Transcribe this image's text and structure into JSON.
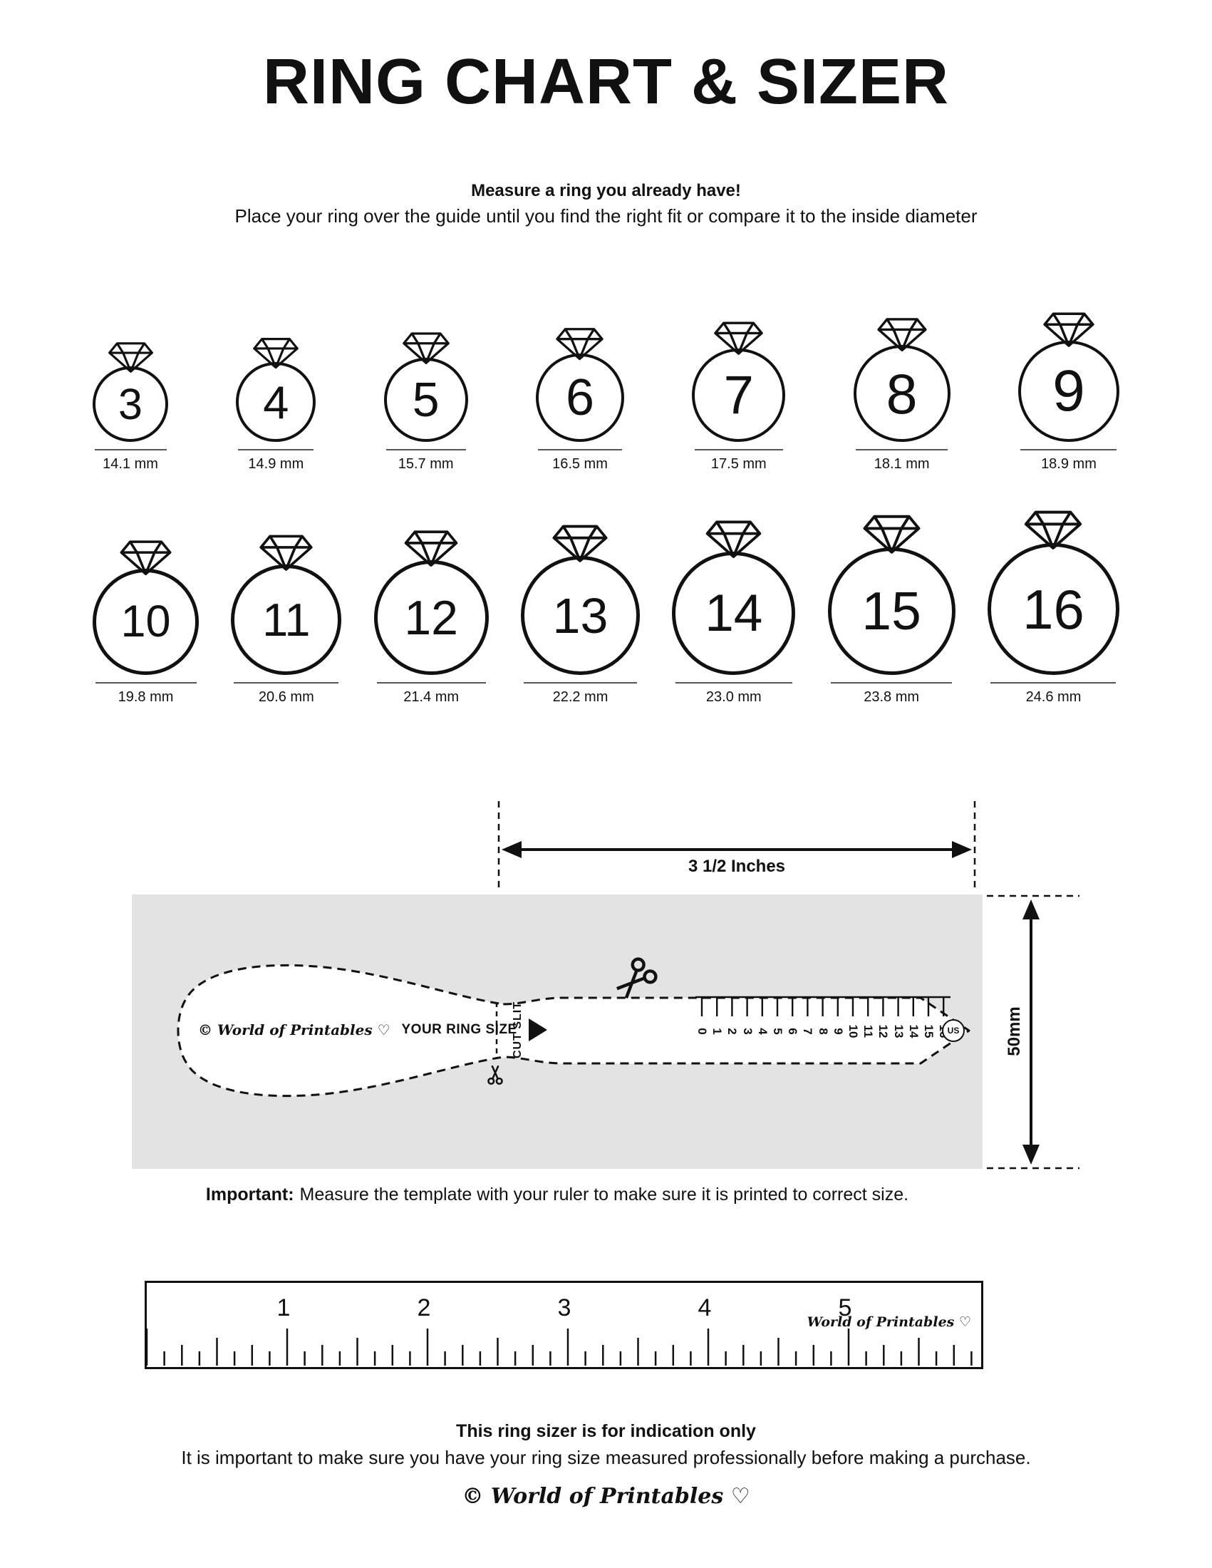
{
  "page": {
    "title": "RING CHART & SIZER",
    "intro_bold": "Measure a ring you already have!",
    "intro_text": "Place your ring over the guide until you find the right fit or compare it to the inside diameter"
  },
  "rings": {
    "row1": [
      {
        "size": "3",
        "mm": "14.1 mm"
      },
      {
        "size": "4",
        "mm": "14.9 mm"
      },
      {
        "size": "5",
        "mm": "15.7 mm"
      },
      {
        "size": "6",
        "mm": "16.5 mm"
      },
      {
        "size": "7",
        "mm": "17.5 mm"
      },
      {
        "size": "8",
        "mm": "18.1 mm"
      },
      {
        "size": "9",
        "mm": "18.9 mm"
      }
    ],
    "row2": [
      {
        "size": "10",
        "mm": "19.8 mm"
      },
      {
        "size": "11",
        "mm": "20.6 mm"
      },
      {
        "size": "12",
        "mm": "21.4 mm"
      },
      {
        "size": "13",
        "mm": "22.2 mm"
      },
      {
        "size": "14",
        "mm": "23.0 mm"
      },
      {
        "size": "15",
        "mm": "23.8 mm"
      },
      {
        "size": "16",
        "mm": "24.6 mm"
      }
    ]
  },
  "sizer": {
    "width_label": "3 1/2 Inches",
    "height_label": "50mm",
    "brand": "© World of Printables ♡",
    "ring_size_label": "YOUR RING SIZE",
    "cut_slit_label": "CUT SLIT",
    "scale": [
      "0",
      "1",
      "2",
      "3",
      "4",
      "5",
      "6",
      "7",
      "8",
      "9",
      "10",
      "11",
      "12",
      "13",
      "14",
      "15",
      "16"
    ],
    "us_label": "US"
  },
  "important": {
    "bold": "Important:",
    "text": "Measure the template with your ruler to make sure it is printed to correct size."
  },
  "ruler": {
    "numbers": [
      "1",
      "2",
      "3",
      "4",
      "5"
    ],
    "brand": "World of Printables ♡"
  },
  "footer": {
    "bold": "This ring sizer is for indication only",
    "text": "It is important to make sure you have your ring size measured professionally before making a purchase.",
    "logo": "© World of Printables ♡"
  }
}
